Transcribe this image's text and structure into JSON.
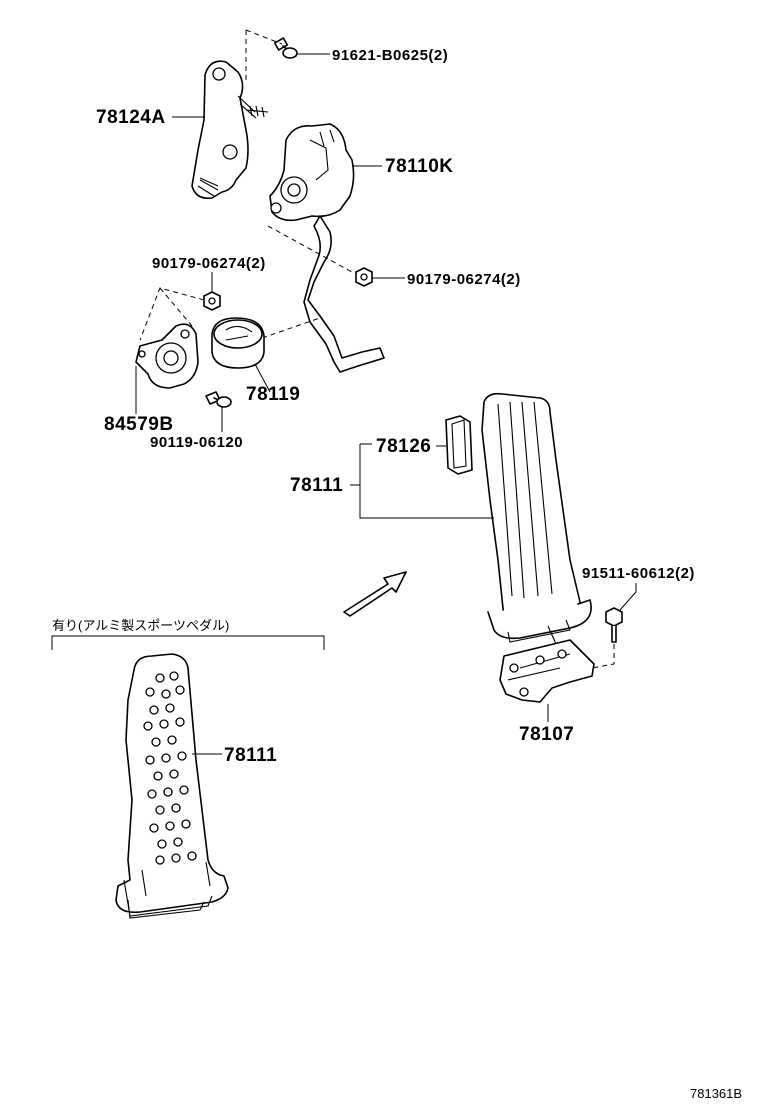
{
  "labels": {
    "p91621": "91621-B0625(2)",
    "p78124a": "78124A",
    "p78110k": "78110K",
    "p90179_left": "90179-06274(2)",
    "p90179_right": "90179-06274(2)",
    "p78119": "78119",
    "p84579b": "84579B",
    "p90119": "90119-06120",
    "p78126": "78126",
    "p78111_main": "78111",
    "p91511": "91511-60612(2)",
    "p78107": "78107",
    "p78111_alt": "78111"
  },
  "option_note": "有り(アルミ製スポーツペダル)",
  "figure_code": "781361B"
}
